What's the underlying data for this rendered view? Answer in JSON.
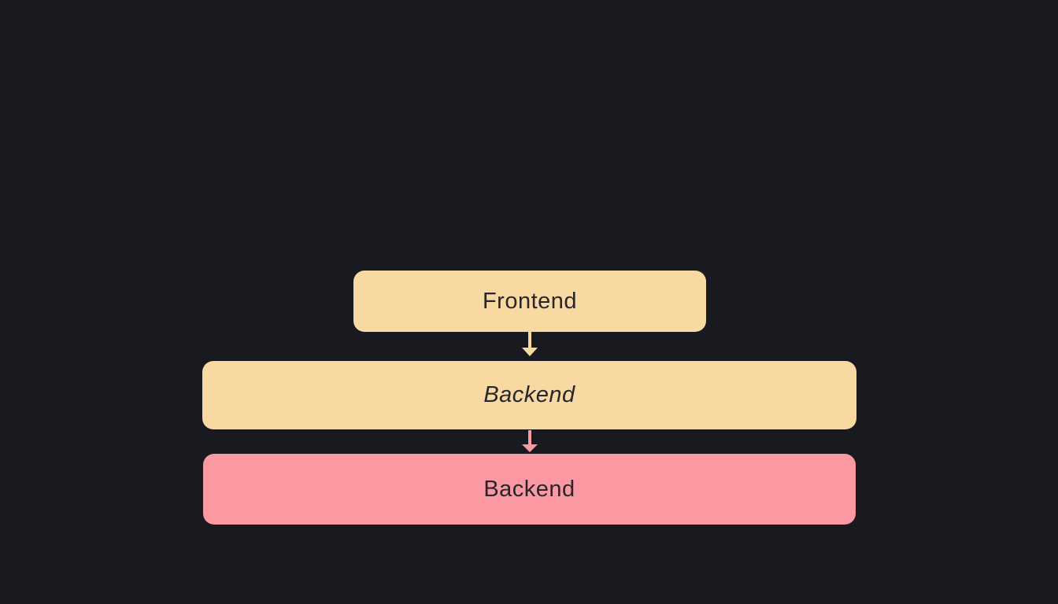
{
  "page": {
    "background_color": "#191a1f"
  },
  "diagram": {
    "nodes": [
      {
        "id": "frontend",
        "label": "Frontend",
        "fill": "#f8d9a2",
        "text_color": "#26262b",
        "font_style": "normal"
      },
      {
        "id": "backend-middle",
        "label": "Backend",
        "fill": "#f8d9a2",
        "text_color": "#26262b",
        "font_style": "italic"
      },
      {
        "id": "backend-bottom",
        "label": "Backend",
        "fill": "#fa99a1",
        "text_color": "#26262b",
        "font_style": "normal"
      }
    ],
    "edges": [
      {
        "from": "frontend",
        "to": "backend-middle",
        "direction": "down",
        "color": "#f8d9a2"
      },
      {
        "from": "backend-middle",
        "to": "backend-bottom",
        "direction": "down",
        "color": "#fa99a1"
      }
    ]
  }
}
